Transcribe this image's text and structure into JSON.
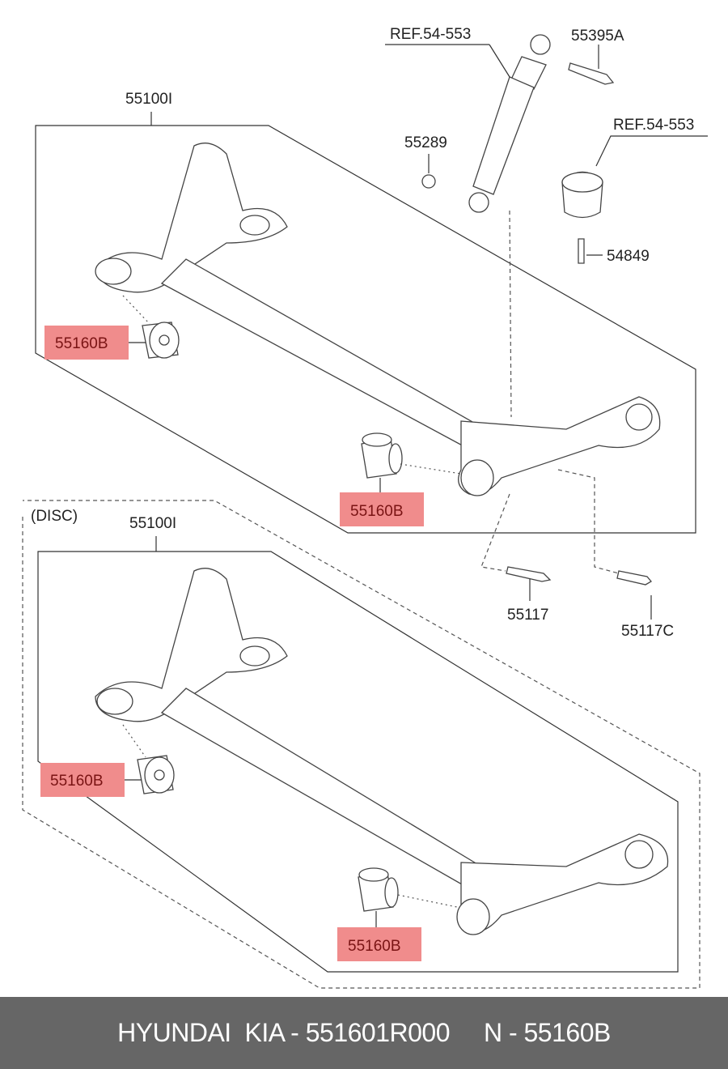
{
  "diagram": {
    "labels": {
      "ref_shock": "REF.54-553",
      "bolt_55395a": "55395A",
      "ref_bumper": "REF.54-553",
      "nut_55289": "55289",
      "bolt_54849": "54849",
      "axle_top": "55100I",
      "bushing_top_left": "55160B",
      "bushing_top_right": "55160B",
      "bolt_55117": "55117",
      "bolt_55117c": "55117C",
      "disc_variant": "(DISC)",
      "axle_bottom": "55100I",
      "bushing_bottom_left": "55160B",
      "bushing_bottom_right": "55160B"
    },
    "highlight_color": "#f08c8c"
  },
  "footer": {
    "brand": "HYUNDAI  KIA - 551601R000",
    "oem": "N - 55160B"
  }
}
